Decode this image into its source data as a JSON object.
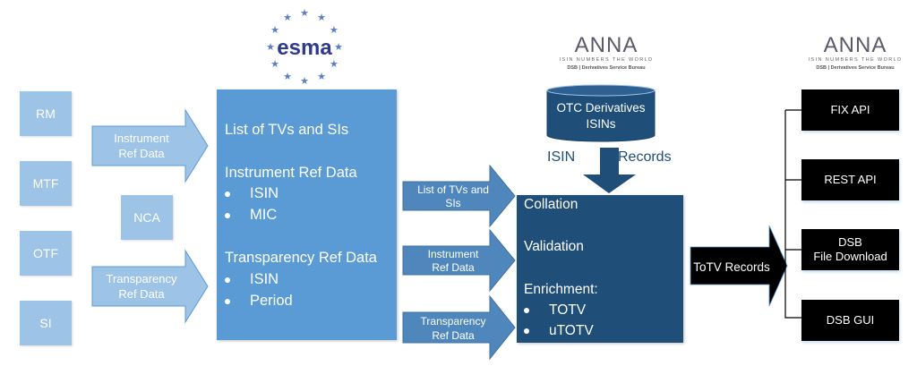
{
  "logos": {
    "esma": {
      "text": "esma",
      "icon": "eu-stars-icon"
    },
    "anna_center": {
      "text": "ANNA",
      "tagline": "ISIN NUMBERS THE WORLD",
      "subtitle": "DSB | Derivatives Service Bureau"
    },
    "anna_right": {
      "text": "ANNA",
      "tagline": "ISIN NUMBERS THE WORLD",
      "subtitle": "DSB | Derivatives Service Bureau"
    }
  },
  "sources": [
    {
      "label": "RM"
    },
    {
      "label": "MTF"
    },
    {
      "label": "OTF"
    },
    {
      "label": "SI"
    }
  ],
  "nca": {
    "label": "NCA"
  },
  "input_arrows": [
    {
      "line1": "Instrument",
      "line2": "Ref Data"
    },
    {
      "line1": "Transparency",
      "line2": "Ref Data"
    }
  ],
  "esma_box": {
    "heading1": "List of TVs and SIs",
    "heading2": "Instrument Ref Data",
    "list2": [
      "ISIN",
      "MIC"
    ],
    "heading3": "Transparency Ref Data",
    "list3": [
      "ISIN",
      "Period"
    ]
  },
  "middle_arrows": [
    {
      "line1": "List of TVs and",
      "line2": "SIs"
    },
    {
      "line1": "Instrument",
      "line2": "Ref Data"
    },
    {
      "line1": "Transparency",
      "line2": "Ref Data"
    }
  ],
  "database": {
    "line1": "OTC Derivatives",
    "line2": "ISINs"
  },
  "down_arrow": {
    "left_label": "ISIN",
    "right_label": "Records"
  },
  "process_box": {
    "step1": "Collation",
    "step2": "Validation",
    "step3": "Enrichment:",
    "list": [
      "TOTV",
      "uTOTV"
    ]
  },
  "output_arrow": {
    "label": "ToTV Records"
  },
  "outputs": [
    {
      "line1": "FIX API",
      "line2": ""
    },
    {
      "line1": "REST API",
      "line2": ""
    },
    {
      "line1": "DSB",
      "line2": "File Download"
    },
    {
      "line1": "DSB GUI",
      "line2": ""
    }
  ],
  "colors": {
    "light_blue": "#9dc3e6",
    "mid_blue": "#5b9bd5",
    "arrow_blue": "#4f87bd",
    "dark_blue": "#1f4e79",
    "black": "#000000",
    "esma_text": "#2e3a8c",
    "anna_text": "#5a5a6a"
  }
}
